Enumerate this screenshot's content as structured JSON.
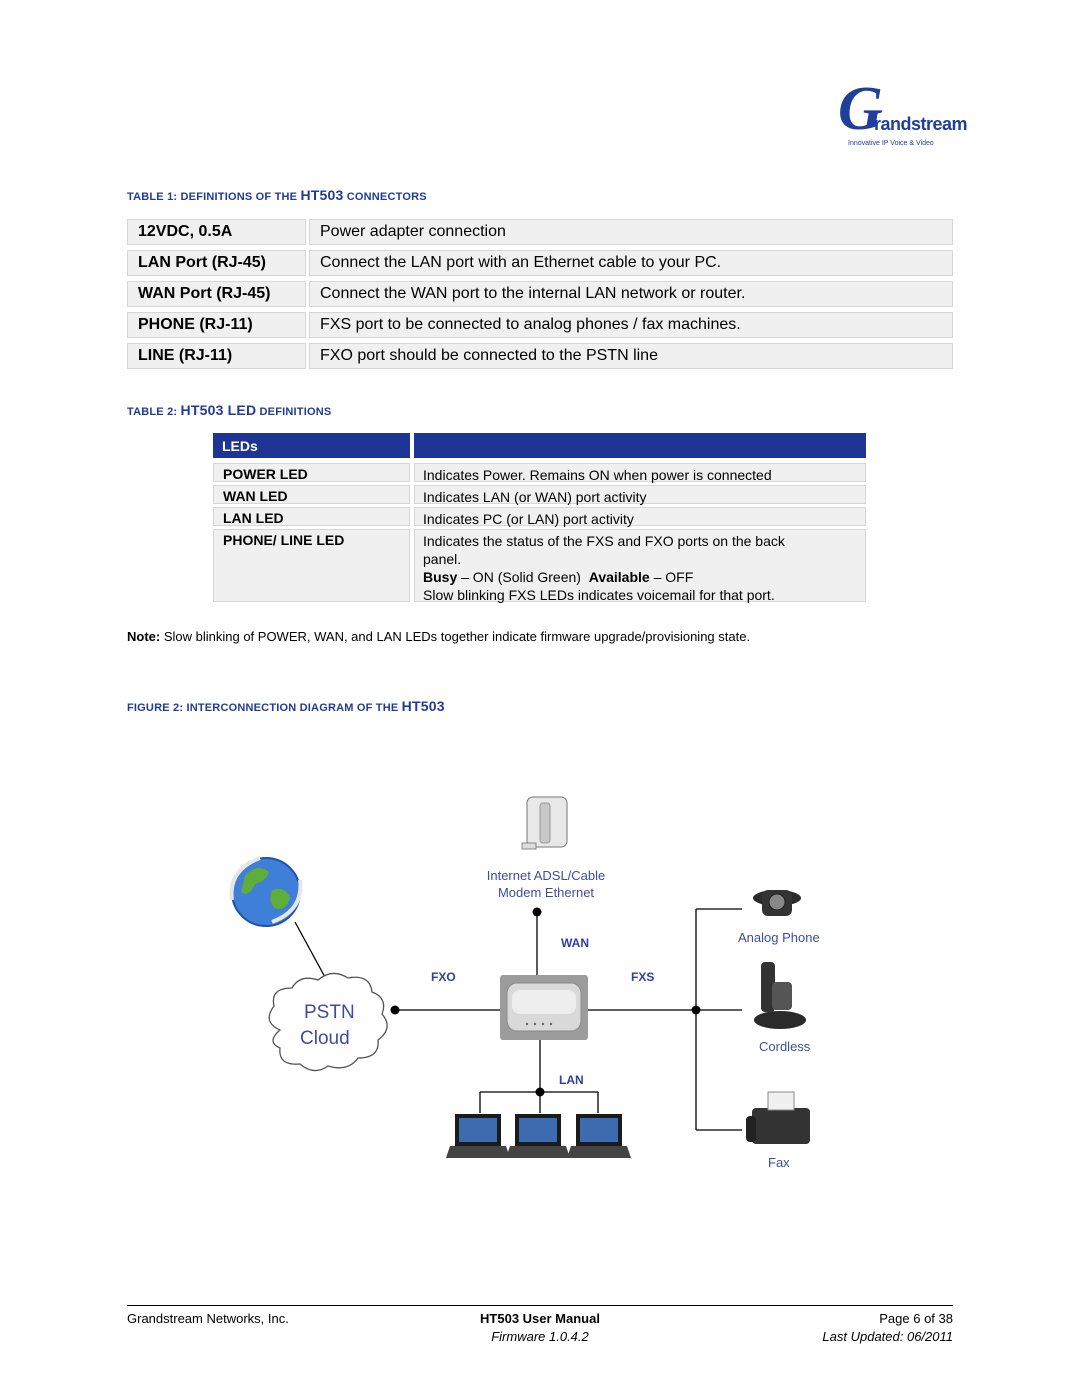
{
  "logo": {
    "initial": "G",
    "word": "randstream",
    "tagline": "Innovative IP Voice & Video"
  },
  "table1": {
    "caption_prefix": "TABLE 1: DEFINITIONS OF THE ",
    "caption_model": "HT503",
    "caption_suffix": " CONNECTORS",
    "rows": [
      {
        "name": "12VDC, 0.5A",
        "desc": "Power adapter connection"
      },
      {
        "name": "LAN Port (RJ-45)",
        "desc": "Connect the LAN port with an Ethernet cable to your PC."
      },
      {
        "name": "WAN Port (RJ-45)",
        "desc": "Connect the WAN port to the internal LAN network or router."
      },
      {
        "name": "PHONE (RJ-11)",
        "desc": "FXS port to be connected to analog phones / fax machines."
      },
      {
        "name": "LINE (RJ-11)",
        "desc": "FXO port should be connected to the PSTN line"
      }
    ]
  },
  "table2": {
    "caption_prefix": "TABLE 2: ",
    "caption_model": "HT503 LED",
    "caption_suffix": " DEFINITIONS",
    "header": "LEDs",
    "rows": [
      {
        "name": "POWER LED",
        "desc": "Indicates Power. Remains ON when power is connected"
      },
      {
        "name": "WAN LED",
        "desc": "Indicates LAN (or WAN) port activity"
      },
      {
        "name": "LAN LED",
        "desc": "Indicates PC (or LAN) port activity"
      },
      {
        "name": "PHONE/ LINE LED",
        "desc_line1": "Indicates the status of the FXS and FXO ports on the back",
        "desc_line2": "panel.",
        "busy_label": "Busy",
        "busy_text": " – ON (Solid Green)  ",
        "avail_label": "Available",
        "avail_text": " – OFF",
        "desc_line4": "Slow blinking FXS LEDs indicates voicemail for that port."
      }
    ]
  },
  "note": {
    "label": "Note:",
    "text": " Slow blinking of POWER, WAN, and LAN LEDs together indicate firmware upgrade/provisioning state."
  },
  "figure": {
    "caption_prefix": "FIGURE 2: INTERCONNECTION DIAGRAM OF THE ",
    "caption_model": "HT503",
    "modem_label_1": "Internet ADSL/Cable",
    "modem_label_2": "Modem Ethernet",
    "wan": "WAN",
    "fxo": "FXO",
    "fxs": "FXS",
    "lan": "LAN",
    "pstn_1": "PSTN",
    "pstn_2": "Cloud",
    "analog_phone": "Analog Phone",
    "cordless": "Cordless",
    "fax": "Fax"
  },
  "footer": {
    "company": "Grandstream Networks, Inc.",
    "title": "HT503 User Manual",
    "firmware": "Firmware 1.0.4.2",
    "page": "Page 6 of 38",
    "updated": "Last Updated: 06/2011"
  },
  "colors": {
    "accent": "#1e3595",
    "caption": "#233b95",
    "cell_bg": "#f0f0f0"
  }
}
